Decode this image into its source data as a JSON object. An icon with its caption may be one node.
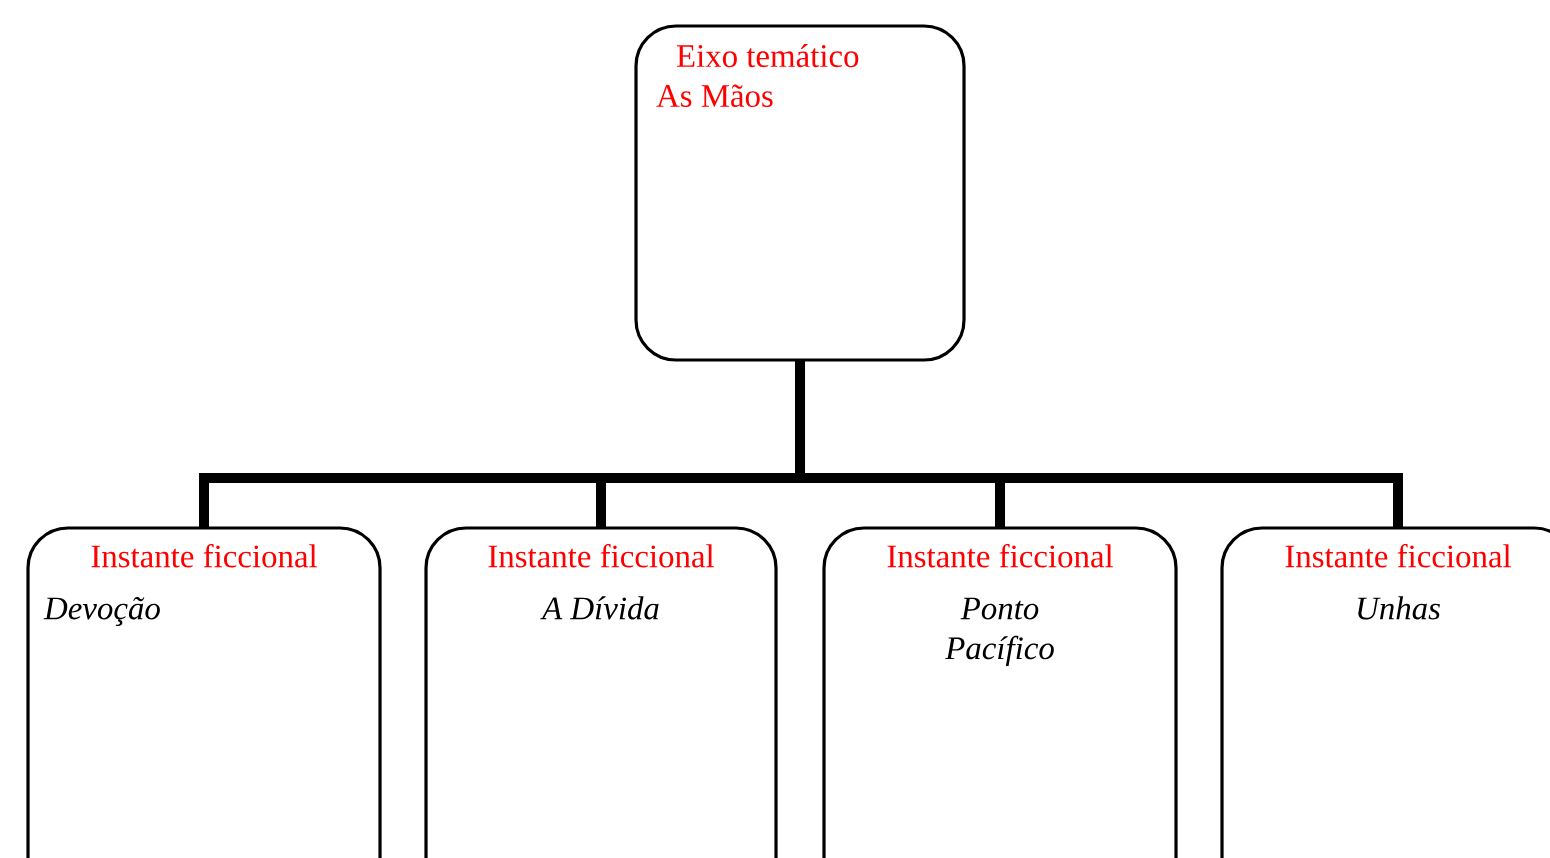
{
  "diagram": {
    "nodes": [
      {
        "text": [
          "Eixo temático",
          "As Mãos"
        ]
      },
      {
        "text": [
          "Instante ficcional",
          "Devoção"
        ]
      },
      {
        "text": [
          "Instante ficcional",
          "A Dívida"
        ]
      },
      {
        "text": [
          "Instante ficcional",
          "Ponto Pacífico"
        ]
      },
      {
        "text": [
          "Instante ficcional",
          "Unhas"
        ]
      }
    ],
    "edges": [
      {
        "from": 0,
        "to": 1,
        "arrow": "none"
      },
      {
        "from": 0,
        "to": 2,
        "arrow": "none"
      },
      {
        "from": 0,
        "to": 3,
        "arrow": "none"
      },
      {
        "from": 0,
        "to": 4,
        "arrow": "none"
      }
    ]
  }
}
